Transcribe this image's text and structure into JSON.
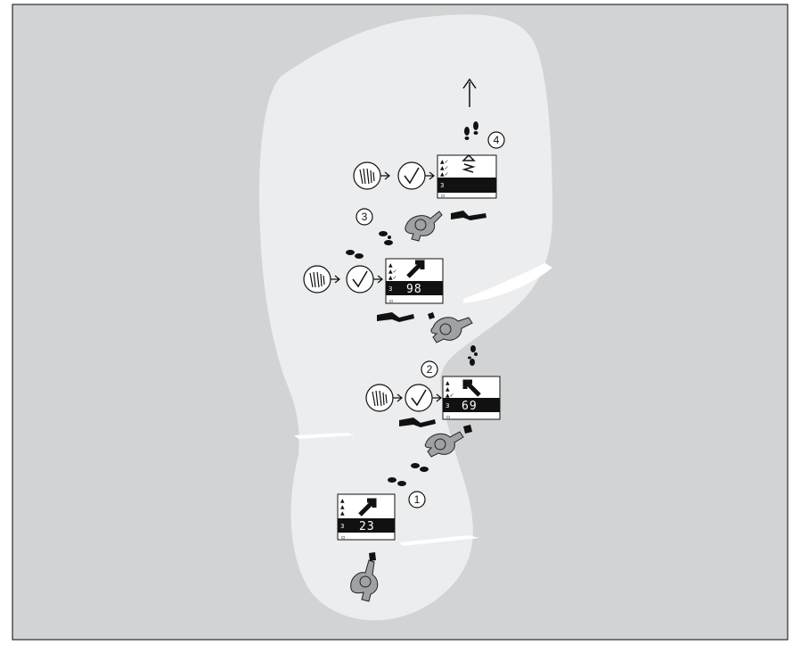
{
  "steps": [
    {
      "label": "1",
      "reading": "23"
    },
    {
      "label": "2",
      "reading": "69"
    },
    {
      "label": "3",
      "reading": "98"
    },
    {
      "label": "4",
      "reading": ""
    }
  ],
  "icons": {
    "arrow": "up-arrow-icon",
    "pulse": "pulse-signal-icon",
    "check": "checkmark-icon",
    "footprints": "footprints-icon",
    "person": "searcher-person-icon",
    "victim": "buried-victim-icon"
  },
  "lcd": {
    "row_three": "3"
  },
  "colors": {
    "background": "#d2d3d4",
    "search_area": "#ebedee",
    "display_band": "#111111"
  }
}
